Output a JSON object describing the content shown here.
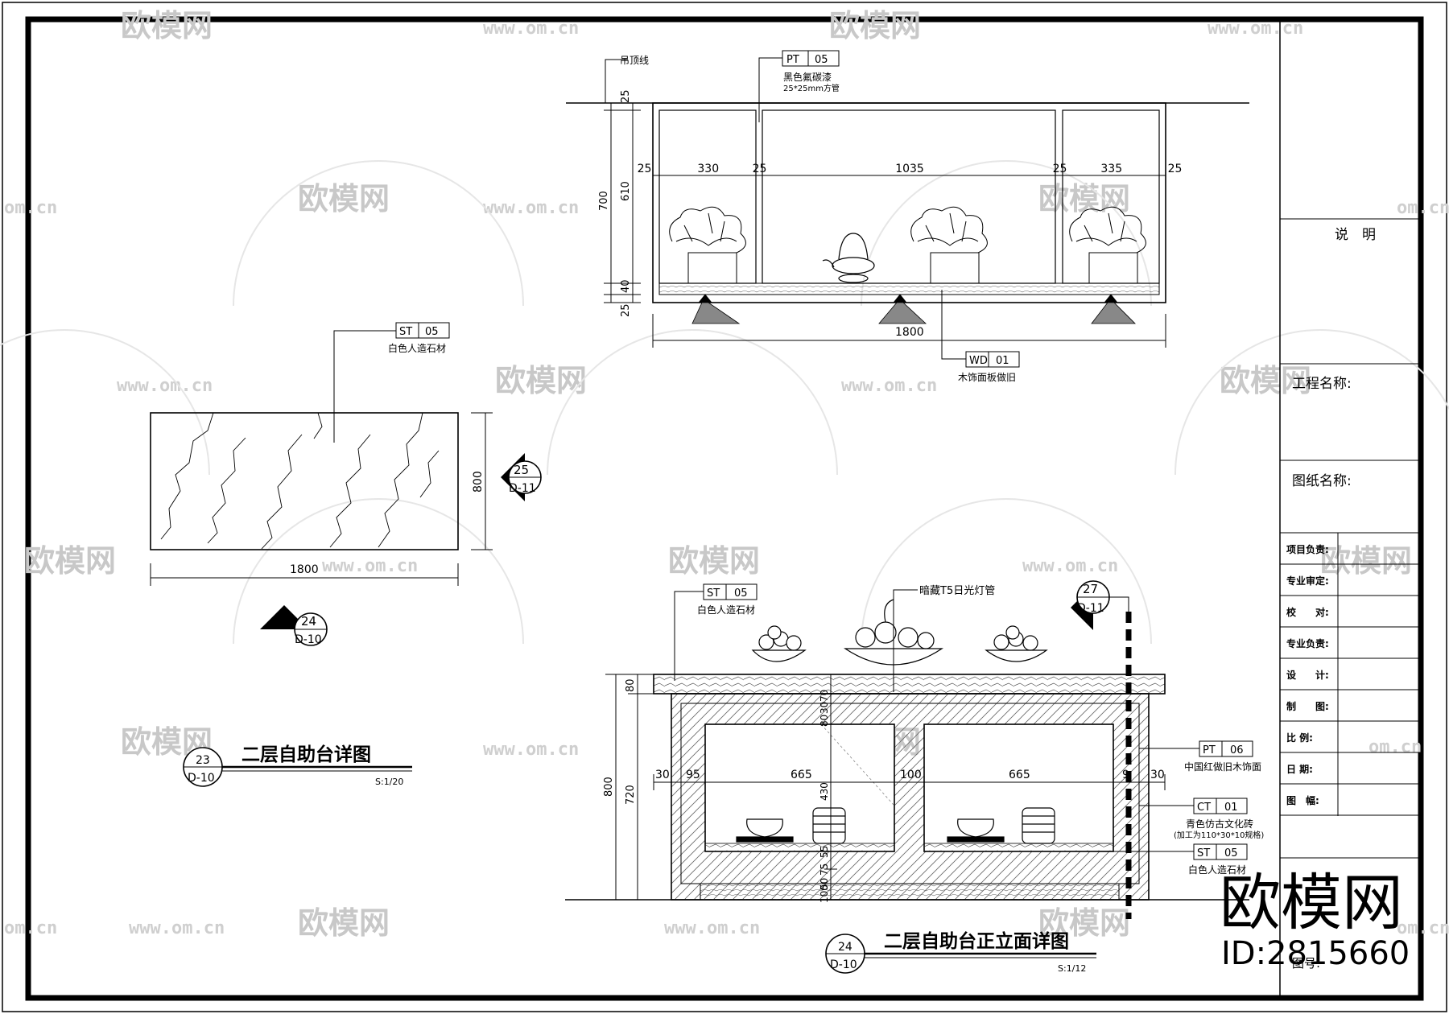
{
  "watermarks": {
    "brand": "欧模网",
    "url": "www.om.cn",
    "url_short": "om.cn",
    "id": "ID:2815660"
  },
  "title_block": {
    "notes_heading": "说　明",
    "project_name": "工程名称:",
    "drawing_name": "图纸名称:",
    "rows": [
      "项目负责:",
      "专业审定:",
      "校　　对:",
      "专业负责:",
      "设　　计:",
      "制　　图:",
      "比  例:",
      "日  期:",
      "图　幅:"
    ],
    "bottom": "图号:"
  },
  "plan": {
    "width_dim": "1800",
    "depth_dim": "800",
    "tag": {
      "code": "ST",
      "num": "05",
      "desc": "白色人造石材"
    },
    "callout": {
      "num": "25",
      "sheet": "D-11"
    },
    "section_mark": {
      "num": "24",
      "sheet": "D-10"
    },
    "title_mark": {
      "num": "23",
      "sheet": "D-10"
    },
    "title": "二层自助台详图",
    "scale": "S:1/20"
  },
  "upper_elev": {
    "ceiling_label": "吊顶线",
    "paint_tag": {
      "code": "PT",
      "num": "05",
      "desc": "黑色氟碳漆",
      "desc2": "25*25mm方管"
    },
    "wood_tag": {
      "code": "WD",
      "num": "01",
      "desc": "木饰面板做旧"
    },
    "dims_top": [
      "25",
      "330",
      "25",
      "1035",
      "25",
      "335",
      "25"
    ],
    "dims_left": [
      "25",
      "700",
      "610",
      "40",
      "25"
    ],
    "width": "1800"
  },
  "lower_elev": {
    "stone_tag": {
      "code": "ST",
      "num": "05",
      "desc": "白色人造石材"
    },
    "light_label": "暗藏T5日光灯管",
    "callout": {
      "num": "27",
      "sheet": "D-11"
    },
    "pt_tag": {
      "code": "PT",
      "num": "06",
      "desc": "中国红做旧木饰面"
    },
    "ct_tag": {
      "code": "CT",
      "num": "01",
      "desc": "青色仿古文化砖",
      "desc2": "(加工为110*30*10规格)"
    },
    "st_tag2": {
      "code": "ST",
      "num": "05",
      "desc": "白色人造石材"
    },
    "dims_left": [
      "80",
      "800",
      "720"
    ],
    "dims_mid": [
      "30",
      "95",
      "665",
      "100",
      "665",
      "9",
      "30"
    ],
    "dims_vert": [
      "70",
      "30",
      "80",
      "430",
      "55",
      "75",
      "50",
      "100"
    ],
    "title_mark": {
      "num": "24",
      "sheet": "D-10"
    },
    "title": "二层自助台正立面详图",
    "scale": "S:1/12"
  }
}
